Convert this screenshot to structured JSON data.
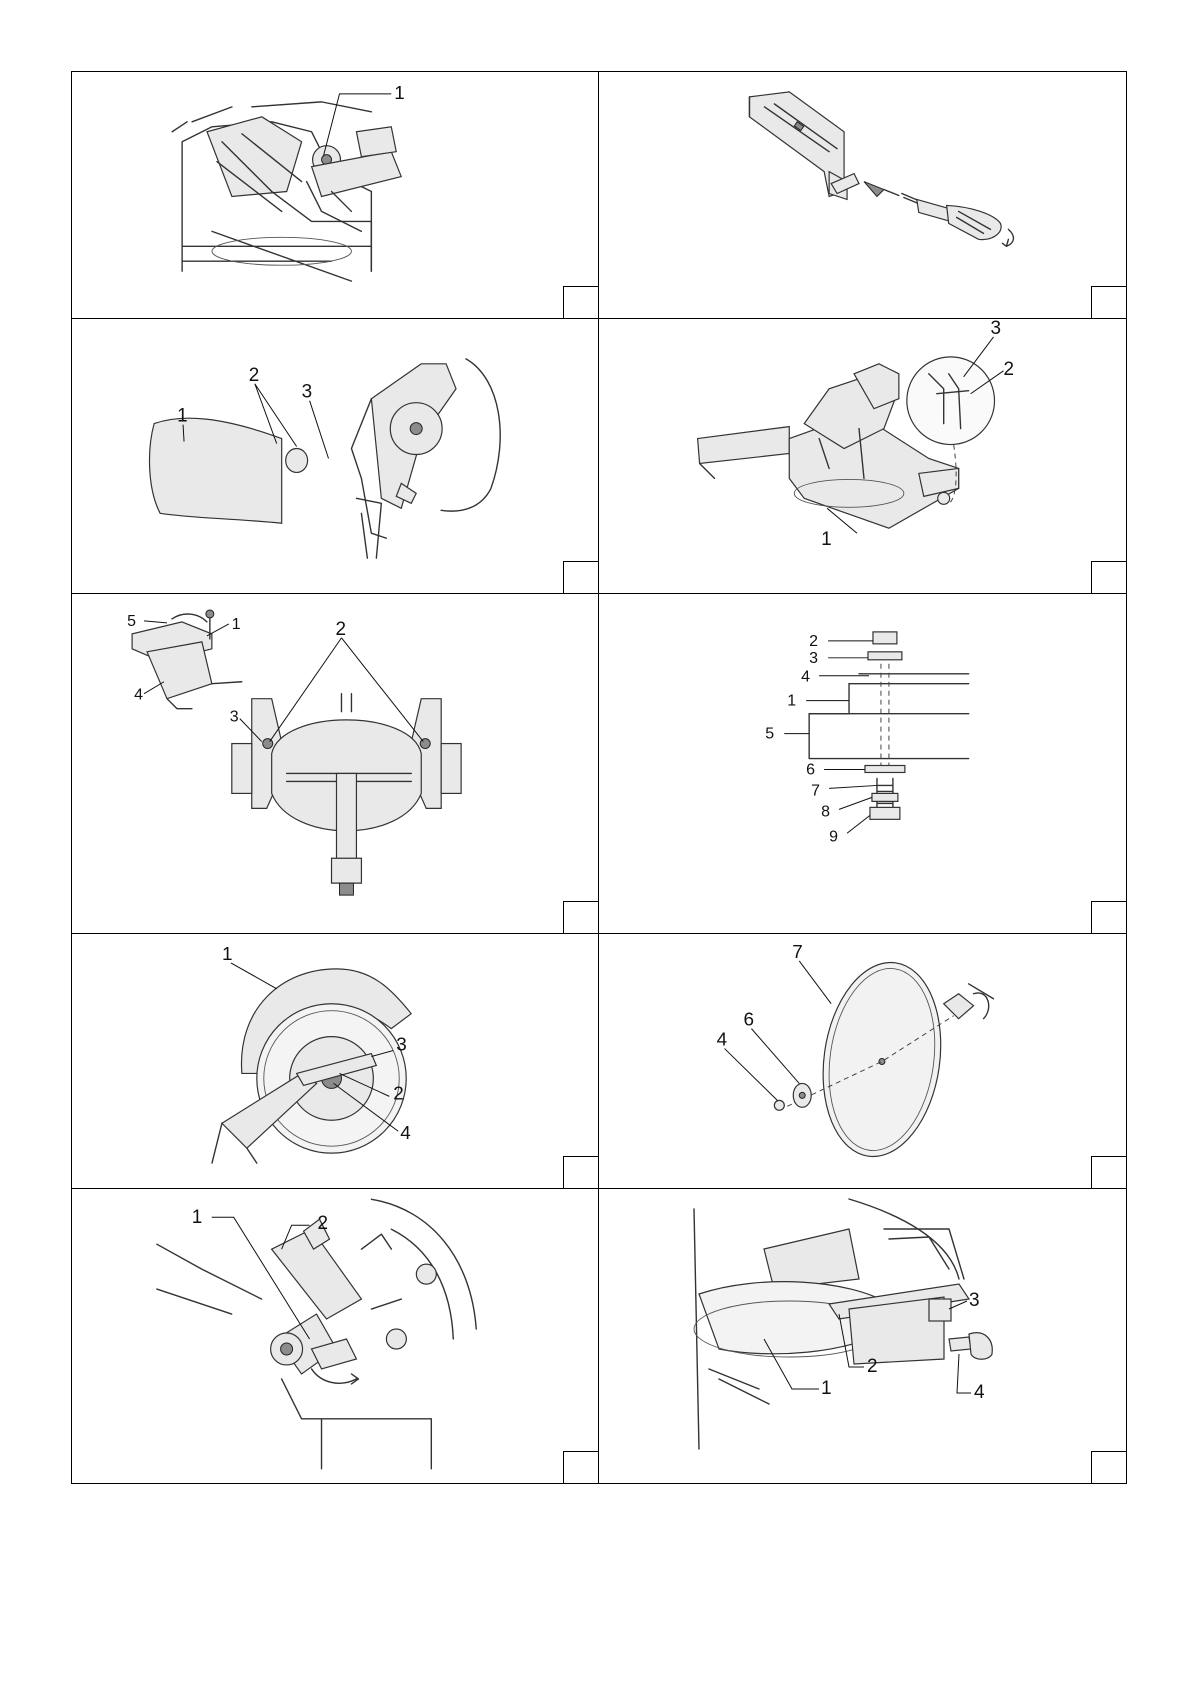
{
  "figures": [
    {
      "id": "fig-1",
      "callouts": [
        "1"
      ]
    },
    {
      "id": "fig-2",
      "callouts": []
    },
    {
      "id": "fig-3",
      "callouts": [
        "1",
        "2",
        "3"
      ]
    },
    {
      "id": "fig-4",
      "callouts": [
        "3",
        "2",
        "1"
      ]
    },
    {
      "id": "fig-5",
      "callouts": [
        "5",
        "1",
        "2",
        "4",
        "3"
      ]
    },
    {
      "id": "fig-6",
      "callouts": [
        "2",
        "3",
        "4",
        "1",
        "5",
        "6",
        "7",
        "8",
        "9"
      ]
    },
    {
      "id": "fig-7",
      "callouts": [
        "1",
        "3",
        "2",
        "4"
      ]
    },
    {
      "id": "fig-8",
      "callouts": [
        "7",
        "6",
        "4"
      ]
    },
    {
      "id": "fig-9",
      "callouts": [
        "1",
        "2"
      ]
    },
    {
      "id": "fig-10",
      "callouts": [
        "3",
        "2",
        "1",
        "4"
      ]
    }
  ]
}
